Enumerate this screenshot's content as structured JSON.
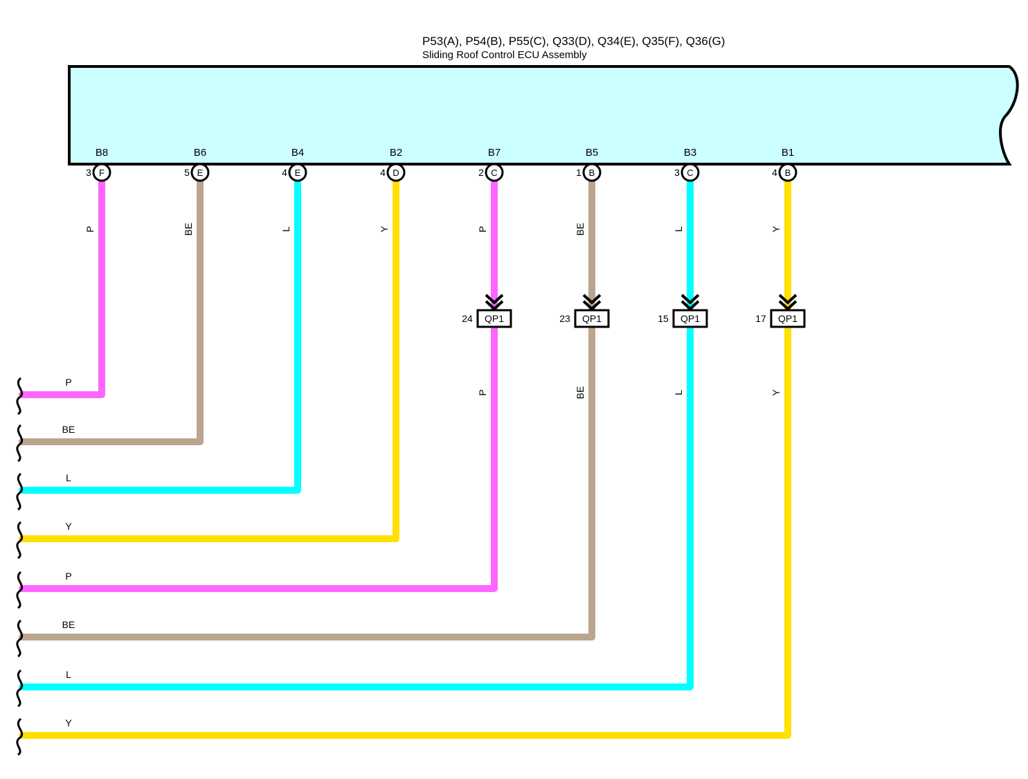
{
  "header": {
    "connectors": "P53(A), P54(B), P55(C), Q33(D), Q34(E), Q35(F), Q36(G)",
    "component": "Sliding Roof Control ECU Assembly"
  },
  "colors": {
    "ecu_fill": "#ccffff",
    "P": "#ff66ff",
    "BE": "#baa58e",
    "L": "#00ffff",
    "Y": "#ffe000"
  },
  "pins": [
    {
      "label": "B8",
      "pin": "3",
      "connector": "F",
      "wire": "P"
    },
    {
      "label": "B6",
      "pin": "5",
      "connector": "E",
      "wire": "BE"
    },
    {
      "label": "B4",
      "pin": "4",
      "connector": "E",
      "wire": "L"
    },
    {
      "label": "B2",
      "pin": "4",
      "connector": "D",
      "wire": "Y"
    },
    {
      "label": "B7",
      "pin": "2",
      "connector": "C",
      "wire": "P",
      "junction": {
        "pin": "24",
        "name": "QP1"
      }
    },
    {
      "label": "B5",
      "pin": "1",
      "connector": "B",
      "wire": "BE",
      "junction": {
        "pin": "23",
        "name": "QP1"
      }
    },
    {
      "label": "B3",
      "pin": "3",
      "connector": "C",
      "wire": "L",
      "junction": {
        "pin": "15",
        "name": "QP1"
      }
    },
    {
      "label": "B1",
      "pin": "4",
      "connector": "B",
      "wire": "Y",
      "junction": {
        "pin": "17",
        "name": "QP1"
      }
    }
  ]
}
